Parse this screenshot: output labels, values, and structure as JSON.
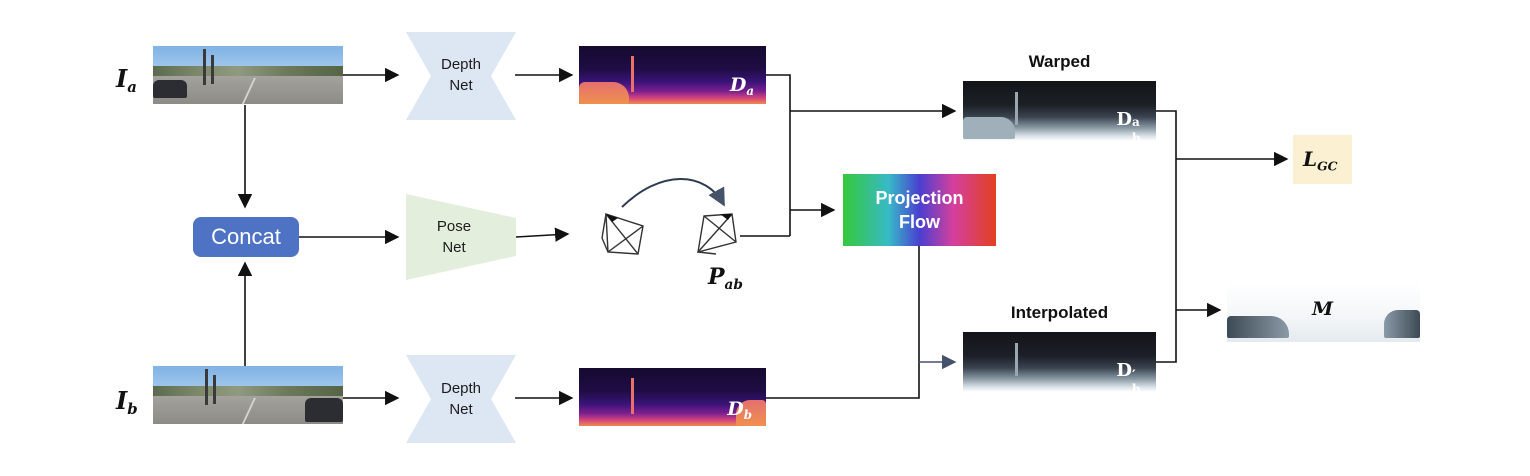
{
  "labels": {
    "ia_main": "I",
    "ia_sub": "a",
    "ib_main": "I",
    "ib_sub": "b",
    "da_main": "D",
    "da_sub": "a",
    "db_main": "D",
    "db_sub": "b",
    "pab_main": "P",
    "pab_sub": "ab",
    "dba_main": "D",
    "dba_sub": "b",
    "dba_sup": "a",
    "dbp_main": "D",
    "dbp_sub": "b",
    "dbp_prime": "′",
    "lgc_main": "L",
    "lgc_sub": "GC",
    "m": "M"
  },
  "nodes": {
    "depth_net_top_line1": "Depth",
    "depth_net_top_line2": "Net",
    "pose_net_line1": "Pose",
    "pose_net_line2": "Net",
    "depth_net_bottom_line1": "Depth",
    "depth_net_bottom_line2": "Net",
    "concat": "Concat",
    "projection_flow_line1": "Projection",
    "projection_flow_line2": "Flow"
  },
  "captions": {
    "warped": "Warped",
    "interpolated": "Interpolated"
  },
  "colors": {
    "depth_net": "#dde6f3",
    "pose_net": "#e4eedc",
    "concat": "#4e73c4",
    "loss_box": "#fbf0d2",
    "arrow": "#111111",
    "flow_arrow": "#44536a"
  }
}
